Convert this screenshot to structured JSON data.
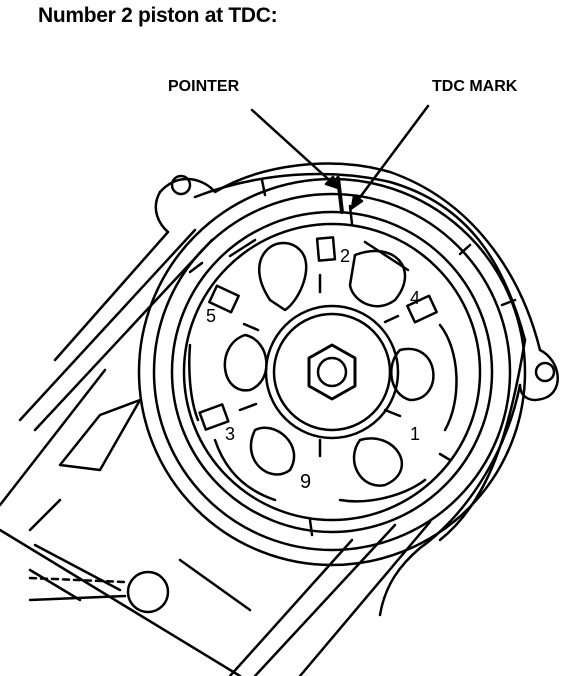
{
  "title": "Number 2 piston at TDC:",
  "callouts": {
    "pointer": "POINTER",
    "tdc_mark": "TDC MARK"
  },
  "pulley_numbers": {
    "n2": "2",
    "n4": "4",
    "n5": "5",
    "n3": "3",
    "n1": "1",
    "n9": "9"
  }
}
